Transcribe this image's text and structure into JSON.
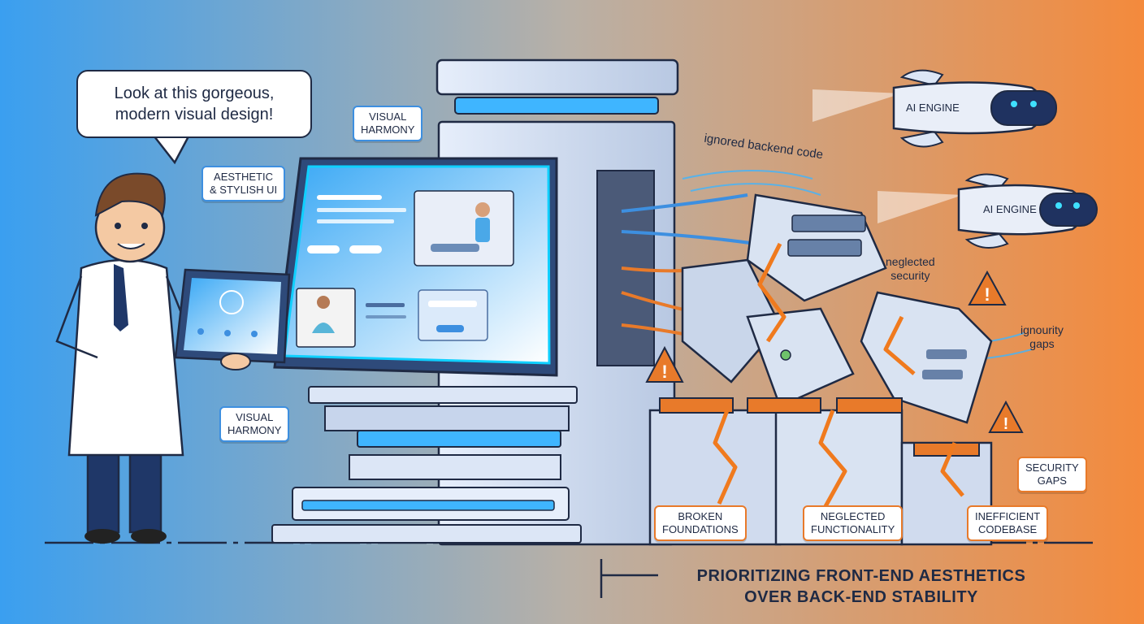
{
  "speech_bubble": "Look at this gorgeous,\nmodern visual design!",
  "labels": {
    "visual_harmony_top": "VISUAL\nHARMONY",
    "aesthetic_ui": "AESTHETIC\n& STYLISH UI",
    "visual_harmony_bottom": "VISUAL\nHARMONY",
    "ignored_backend": "ignored backend code",
    "neglected_security": "neglected\nsecurity",
    "ignourity_gaps": "ignourity\ngaps",
    "security_gaps": "SECURITY\nGAPS",
    "broken_foundations": "BROKEN\nFOUNDATIONS",
    "neglected_functionality": "NEGLECTED\nFUNCTIONALITY",
    "inefficient_codebase": "INEFFICIENT\nCODEBASE"
  },
  "engines": [
    {
      "label": "AI ENGINE"
    },
    {
      "label": "AI ENGINE"
    }
  ],
  "caption": "PRIORITIZING FRONT-END AESTHETICS\nOVER BACK-END STABILITY",
  "colors": {
    "bg_left": "#3a9ff0",
    "bg_mid": "#b9a99a",
    "bg_right": "#f48a3c",
    "accent_blue": "#3d8fe0",
    "accent_orange": "#e87a2a",
    "outline": "#1f2a44",
    "crack": "#f07a1e"
  }
}
